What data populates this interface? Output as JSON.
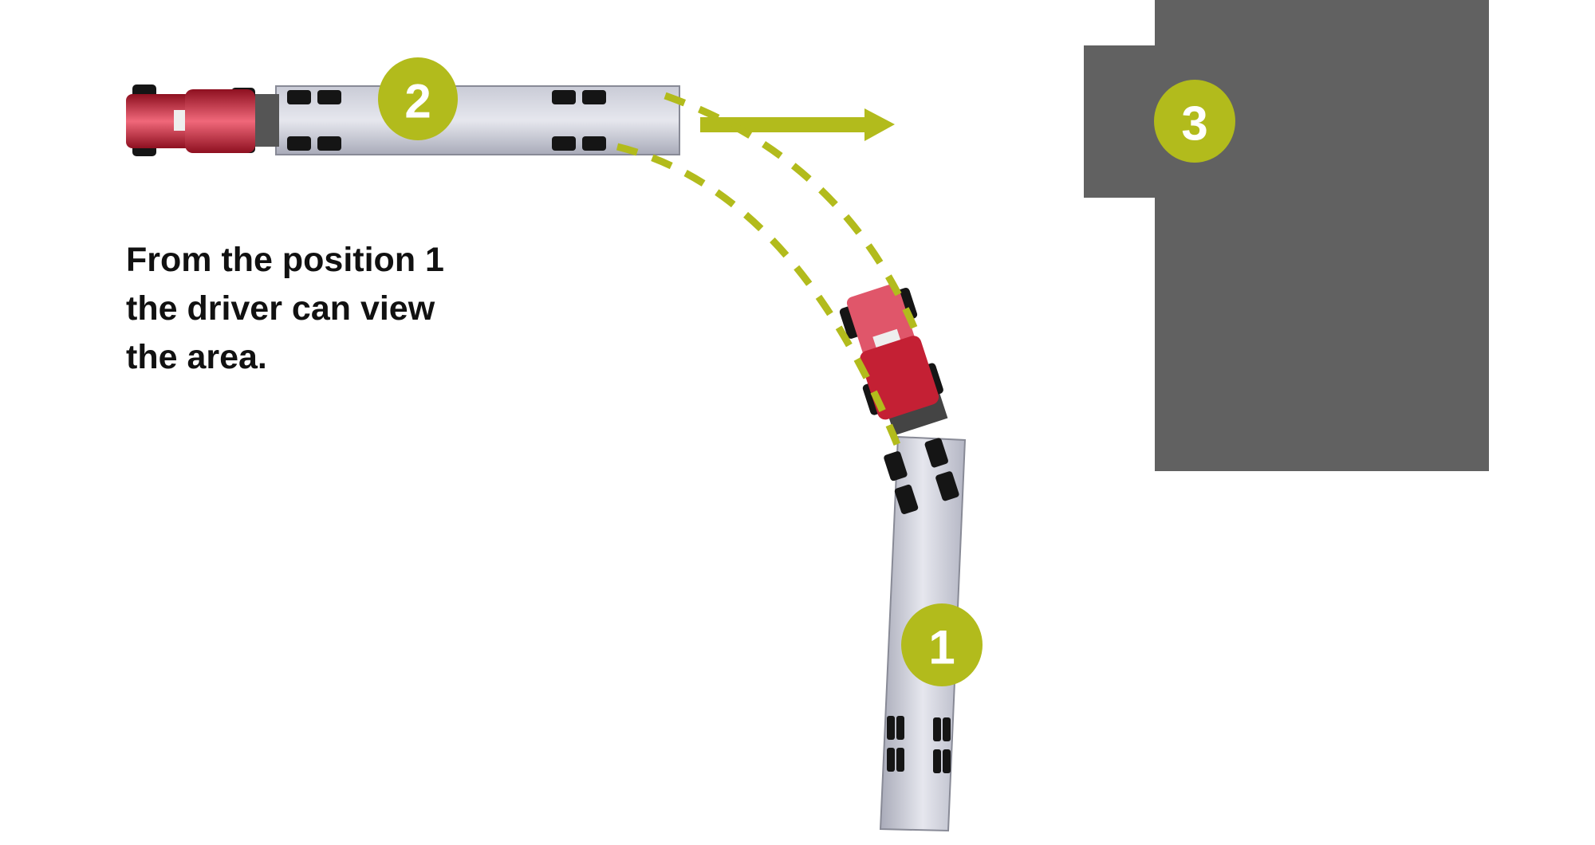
{
  "caption": {
    "lines": [
      "From the position 1",
      "the driver can view",
      "the area."
    ]
  },
  "markers": {
    "position_1": "1",
    "position_2": "2",
    "position_3": "3"
  },
  "colors": {
    "accent": "#b2bb1c",
    "building": "#616161",
    "trailer": "#b4b6c4",
    "cab": "#d3263a"
  }
}
